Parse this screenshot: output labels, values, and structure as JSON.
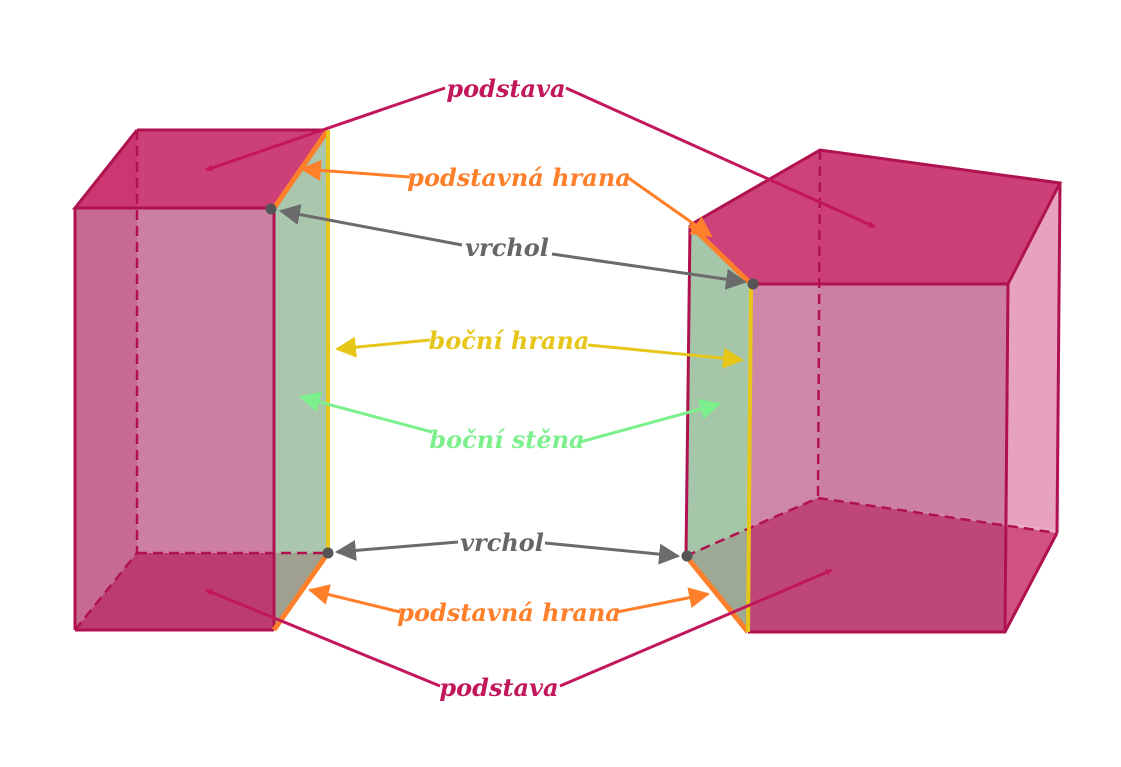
{
  "labels": {
    "base_top": "podstava",
    "base_edge_top": "podstavná hrana",
    "vertex_top": "vrchol",
    "lateral_edge": "boční hrana",
    "lateral_face": "boční stěna",
    "vertex_bottom": "vrchol",
    "base_edge_bottom": "podstavná hrana",
    "base_bottom": "podstava"
  },
  "colors": {
    "base": "#C2185B",
    "base_edge": "#FF7F2A",
    "vertex": "#666666",
    "lateral_edge": "#E6C619",
    "lateral_face": "#7CF08C",
    "prism_edge": "#B0124F"
  }
}
